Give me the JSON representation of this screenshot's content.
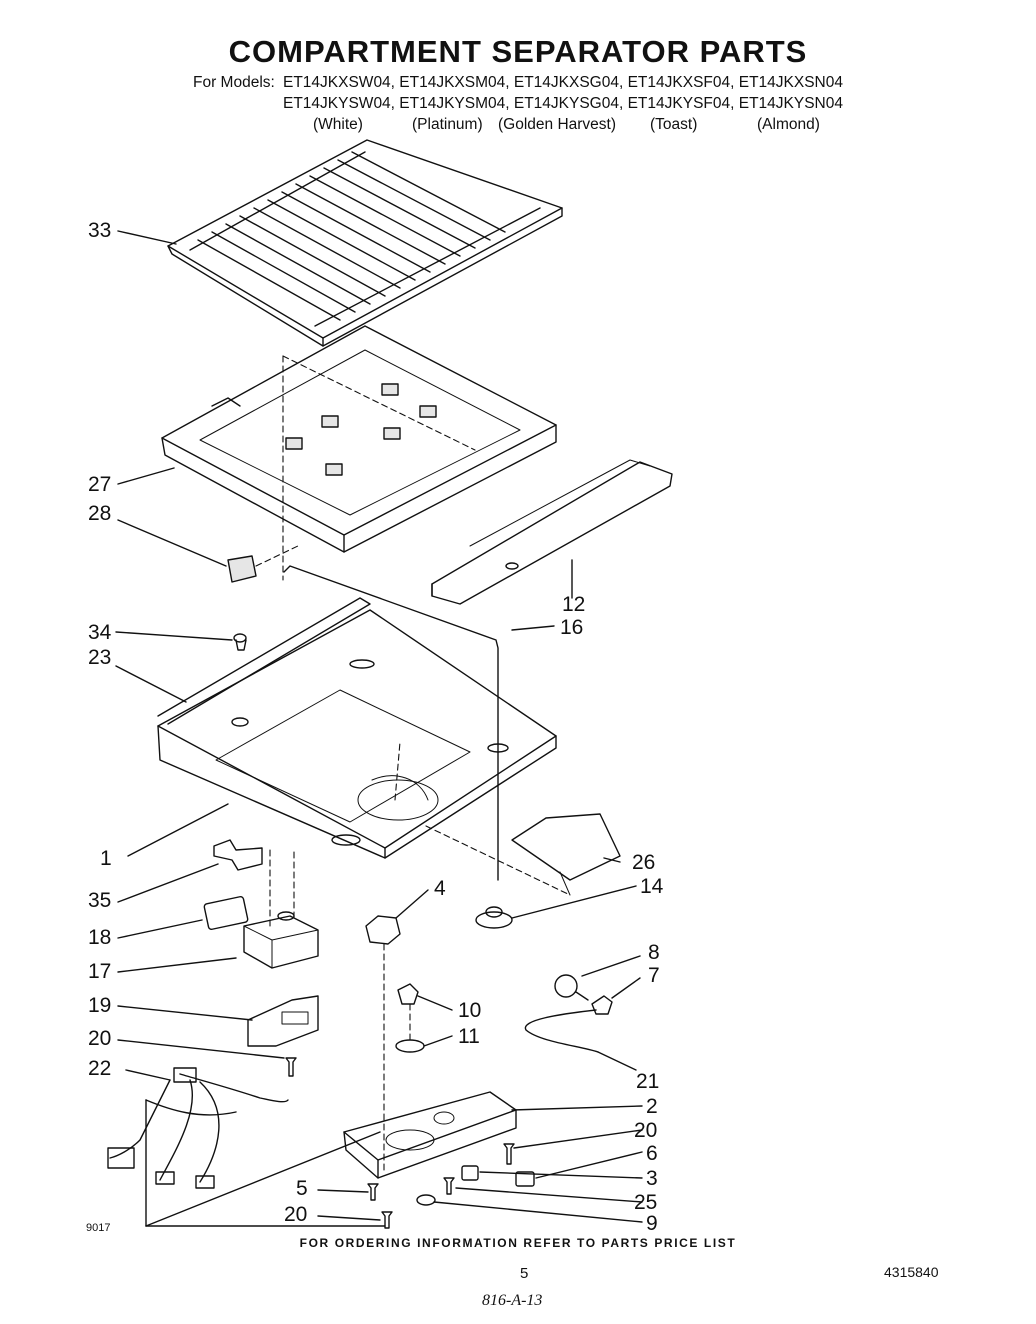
{
  "title": "COMPARTMENT SEPARATOR PARTS",
  "models_label": "For Models:",
  "models_line1": "ET14JKXSW04, ET14JKXSM04, ET14JKXSG04, ET14JKXSF04, ET14JKXSN04",
  "models_line2": "ET14JKYSW04, ET14JKYSM04, ET14JKYSG04, ET14JKYSF04, ET14JKYSN04",
  "colors": [
    "(White)",
    "(Platinum)",
    "(Golden Harvest)",
    "(Toast)",
    "(Almond)"
  ],
  "callouts": {
    "c33": "33",
    "c27": "27",
    "c28": "28",
    "c12": "12",
    "c16": "16",
    "c34": "34",
    "c23": "23",
    "c1": "1",
    "c35": "35",
    "c18": "18",
    "c17": "17",
    "c19": "19",
    "c20a": "20",
    "c22": "22",
    "c5": "5",
    "c20b": "20",
    "c4": "4",
    "c10": "10",
    "c11": "11",
    "c26": "26",
    "c14": "14",
    "c8": "8",
    "c7": "7",
    "c21": "21",
    "c2": "2",
    "c20c": "20",
    "c6": "6",
    "c3": "3",
    "c25": "25",
    "c9": "9"
  },
  "footer_note": "FOR ORDERING INFORMATION REFER TO PARTS PRICE LIST",
  "small_code": "9017",
  "page_number": "5",
  "doc_number": "4315840",
  "handwritten": "816-A-13"
}
